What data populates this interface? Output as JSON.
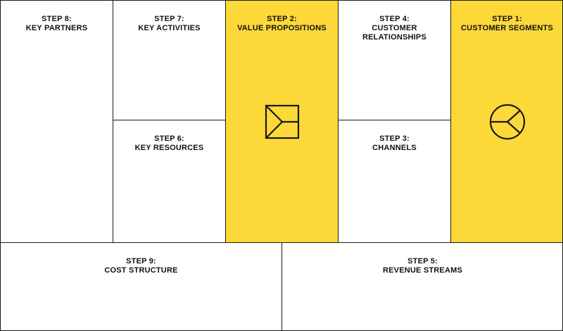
{
  "canvas": {
    "blocks": [
      {
        "key": "key_partners",
        "step": "STEP 8:",
        "title": [
          "KEY PARTNERS"
        ],
        "highlight": false
      },
      {
        "key": "key_activities",
        "step": "STEP 7:",
        "title": [
          "KEY ACTIVITIES"
        ],
        "highlight": false
      },
      {
        "key": "key_resources",
        "step": "STEP 6:",
        "title": [
          "KEY RESOURCES"
        ],
        "highlight": false
      },
      {
        "key": "value_propositions",
        "step": "STEP 2:",
        "title": [
          "VALUE PROPOSITIONS"
        ],
        "highlight": true,
        "icon": "gift-box-icon"
      },
      {
        "key": "customer_relationships",
        "step": "STEP 4:",
        "title": [
          "CUSTOMER",
          "RELATIONSHIPS"
        ],
        "highlight": false
      },
      {
        "key": "channels",
        "step": "STEP 3:",
        "title": [
          "CHANNELS"
        ],
        "highlight": false
      },
      {
        "key": "customer_segments",
        "step": "STEP 1:",
        "title": [
          "CUSTOMER SEGMENTS"
        ],
        "highlight": true,
        "icon": "pie-chart-icon"
      },
      {
        "key": "cost_structure",
        "step": "STEP 9:",
        "title": [
          "COST STRUCTURE"
        ],
        "highlight": false
      },
      {
        "key": "revenue_streams",
        "step": "STEP 5:",
        "title": [
          "REVENUE STREAMS"
        ],
        "highlight": false
      }
    ]
  },
  "colors": {
    "highlight": "#fcd839",
    "line": "#1a1a1a",
    "background": "#ffffff"
  }
}
